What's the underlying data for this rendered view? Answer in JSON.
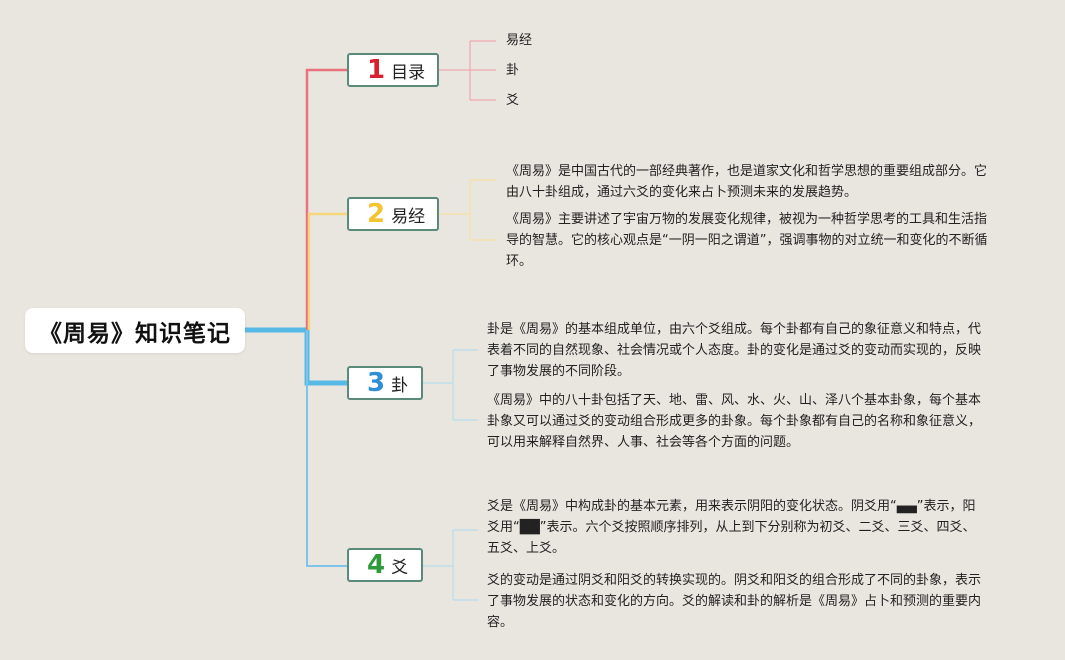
{
  "root": {
    "title": "《周易》知识笔记"
  },
  "colors": {
    "branch1": "#e8737f",
    "branch2": "#f7d57c",
    "branch3": "#57b9e6",
    "branch4": "#7ec3e8",
    "num1": "#d8202e",
    "num2": "#f4c430",
    "num3": "#2e8fd6",
    "num4": "#2e9a3c",
    "node_border": "#5a8a7a"
  },
  "branches": [
    {
      "number": "1",
      "label": "目录",
      "items": [
        "易经",
        "卦",
        "爻"
      ]
    },
    {
      "number": "2",
      "label": "易经",
      "paragraphs": [
        "《周易》是中国古代的一部经典著作，也是道家文化和哲学思想的重要组成部分。它由八十卦组成，通过六爻的变化来占卜预测未来的发展趋势。",
        "《周易》主要讲述了宇宙万物的发展变化规律，被视为一种哲学思考的工具和生活指导的智慧。它的核心观点是“一阴一阳之谓道”，强调事物的对立统一和变化的不断循环。"
      ]
    },
    {
      "number": "3",
      "label": "卦",
      "paragraphs": [
        "卦是《周易》的基本组成单位，由六个爻组成。每个卦都有自己的象征意义和特点，代表着不同的自然现象、社会情况或个人态度。卦的变化是通过爻的变动而实现的，反映了事物发展的不同阶段。",
        "《周易》中的八十卦包括了天、地、雷、风、水、火、山、泽八个基本卦象，每个基本卦象又可以通过爻的变动组合形成更多的卦象。每个卦象都有自己的名称和象征意义，可以用来解释自然界、人事、社会等各个方面的问题。"
      ]
    },
    {
      "number": "4",
      "label": "爻",
      "paragraphs": [
        "爻是《周易》中构成卦的基本元素，用来表示阴阳的变化状态。阴爻用“▄▄”表示，阳爻用“██”表示。六个爻按照顺序排列，从上到下分别称为初爻、二爻、三爻、四爻、五爻、上爻。",
        "爻的变动是通过阴爻和阳爻的转换实现的。阴爻和阳爻的组合形成了不同的卦象，表示了事物发展的状态和变化的方向。爻的解读和卦的解析是《周易》占卜和预测的重要内容。"
      ]
    }
  ]
}
